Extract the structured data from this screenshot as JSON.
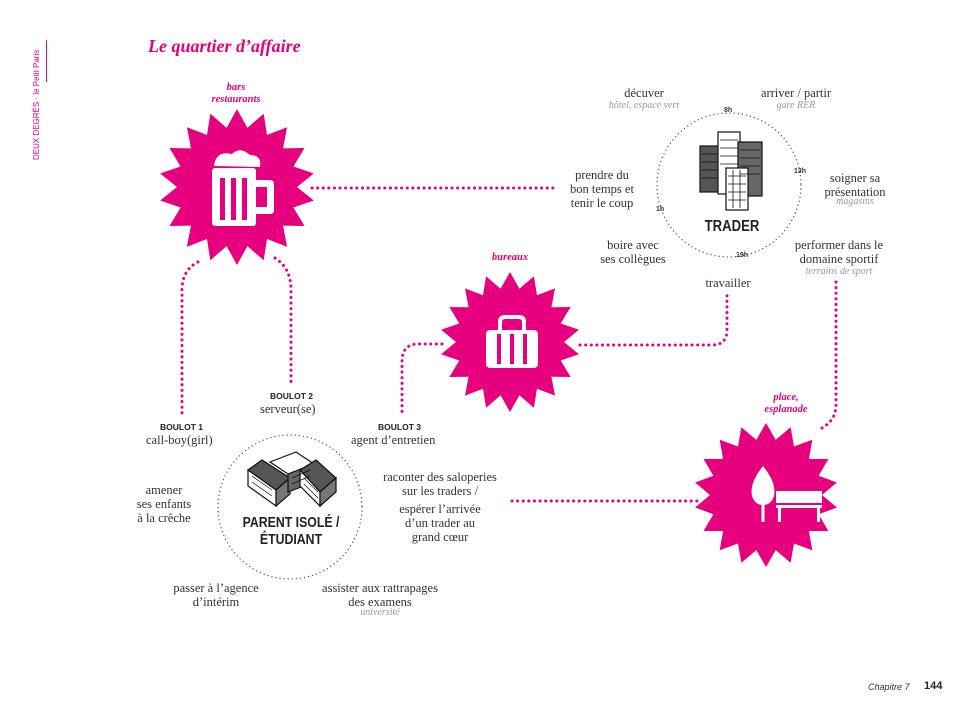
{
  "header": {
    "side_label": "DEUX DEGRÉS · le Petit Paris",
    "title": "Le quartier d’affaire"
  },
  "colors": {
    "accent": "#e6007e",
    "text": "#333333",
    "muted": "#9a9a9a"
  },
  "places": {
    "bars": {
      "label_line1": "bars",
      "label_line2": "restaurants",
      "icon": "beer-mug-icon"
    },
    "bureaux": {
      "label": "bureaux",
      "icon": "briefcase-icon"
    },
    "place": {
      "label_line1": "place,",
      "label_line2": "esplanade",
      "icon": "tree-bench-icon"
    }
  },
  "trader": {
    "name": "TRADER",
    "icon": "skyscrapers-icon",
    "hours": {
      "h8": "8h",
      "h13": "13h",
      "h19": "19h",
      "h1": "1h"
    },
    "activities": {
      "decouvrir": "décuver",
      "decouvrir_sub": "hôtel, espace vert",
      "arriver": "arriver / partir",
      "arriver_sub": "gare RER",
      "soigner_line1": "soigner sa",
      "soigner_line2": "présentation",
      "soigner_sub": "magasins",
      "performer_line1": "performer dans le",
      "performer_line2": "domaine sportif",
      "performer_sub": "terrains de sport",
      "travailler": "travailler",
      "boire_line1": "boire avec",
      "boire_line2": "ses collègues",
      "prendre_line1": "prendre du",
      "prendre_line2": "bon temps et",
      "prendre_line3": "tenir le coup"
    }
  },
  "parent": {
    "name_line1": "PARENT ISOLÉ /",
    "name_line2": "ÉTUDIANT",
    "icon": "housing-blocks-icon",
    "boulot1": {
      "title": "BOULOT 1",
      "text": "call-boy(girl)"
    },
    "boulot2": {
      "title": "BOULOT 2",
      "text": "serveur(se)"
    },
    "boulot3": {
      "title": "BOULOT 3",
      "text": "agent d’entretien"
    },
    "activities": {
      "amener_line1": "amener",
      "amener_line2": "ses enfants",
      "amener_line3": "à la crêche",
      "raconter_line1": "raconter des saloperies",
      "raconter_line2": "sur les traders /",
      "esperer_line1": "espérer l’arrivée",
      "esperer_line2": "d’un trader au",
      "esperer_line3": "grand cœur",
      "passer_line1": "passer à l’agence",
      "passer_line2": "d’intérim",
      "assister_line1": "assister aux rattrapages",
      "assister_line2": "des examens",
      "assister_sub": "université"
    }
  },
  "footer": {
    "chapter": "Chapitre 7",
    "page": "144"
  }
}
